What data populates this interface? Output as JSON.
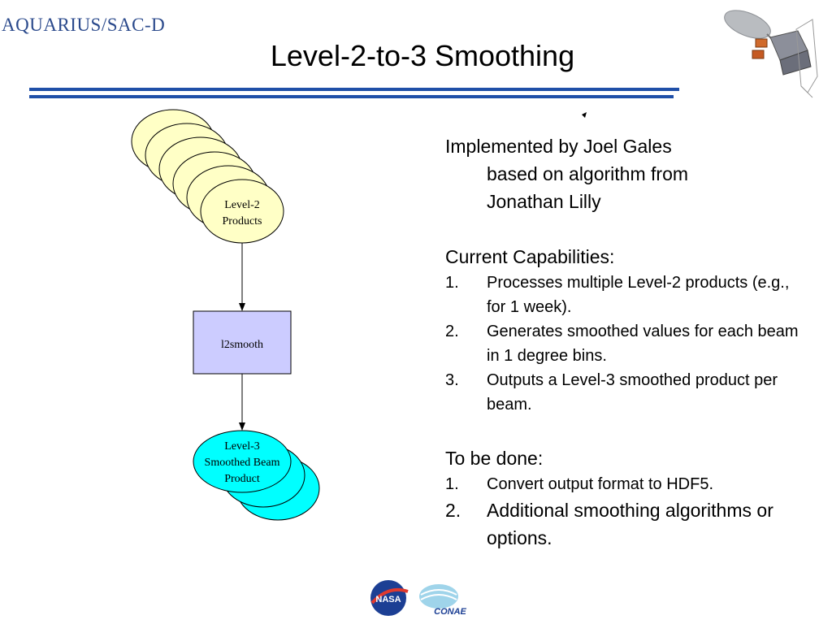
{
  "header": {
    "logo_text": "AQUARIUS/SAC-D",
    "title": "Level-2-to-3 Smoothing"
  },
  "diagram": {
    "input_node": {
      "line1": "Level-2",
      "line2": "Products"
    },
    "process_node": {
      "label": "l2smooth"
    },
    "output_node": {
      "line1": "Level-3",
      "line2": "Smoothed Beam",
      "line3": "Product"
    },
    "colors": {
      "input_fill": "#ffffc6",
      "process_fill": "#ccccff",
      "output_fill": "#00ffff",
      "rule": "#1f4fa8"
    }
  },
  "info": {
    "intro_line1": "Implemented by Joel Gales",
    "intro_line2": "based on algorithm from",
    "intro_line3": "Jonathan Lilly",
    "capabilities_heading": "Current Capabilities:",
    "capabilities": [
      {
        "num": "1.",
        "text": "Processes multiple Level-2 products (e.g., for 1 week)."
      },
      {
        "num": "2.",
        "text": "Generates smoothed values for each beam in 1 degree bins."
      },
      {
        "num": "3.",
        "text": "Outputs a Level-3 smoothed product per beam."
      }
    ],
    "todo_heading": "To be done:",
    "todo": [
      {
        "num": "1.",
        "text": "Convert output format to HDF5."
      },
      {
        "num": "2.",
        "text": "Additional smoothing algorithms or options."
      }
    ]
  },
  "logos": {
    "nasa": "NASA",
    "conae": "CONAE"
  }
}
